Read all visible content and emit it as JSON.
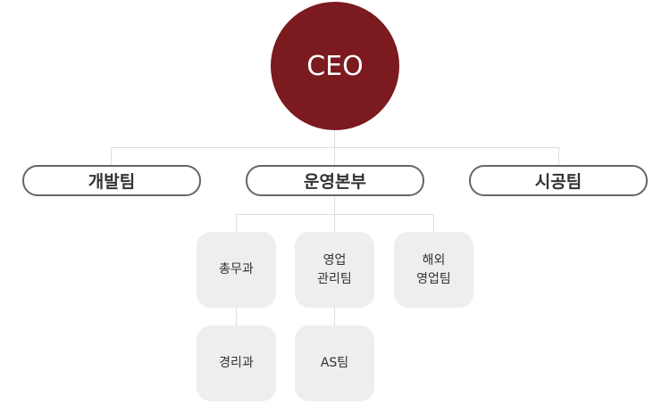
{
  "ceo": {
    "label": "CEO",
    "color": "#7b1a1f"
  },
  "departments": [
    {
      "label": "개발팀"
    },
    {
      "label": "운영본부"
    },
    {
      "label": "시공팀"
    }
  ],
  "teams": [
    {
      "label": "총무과"
    },
    {
      "label": "영업\n관리팀"
    },
    {
      "label": "해외\n영업팀"
    },
    {
      "label": "경리과"
    },
    {
      "label": "AS팀"
    }
  ]
}
